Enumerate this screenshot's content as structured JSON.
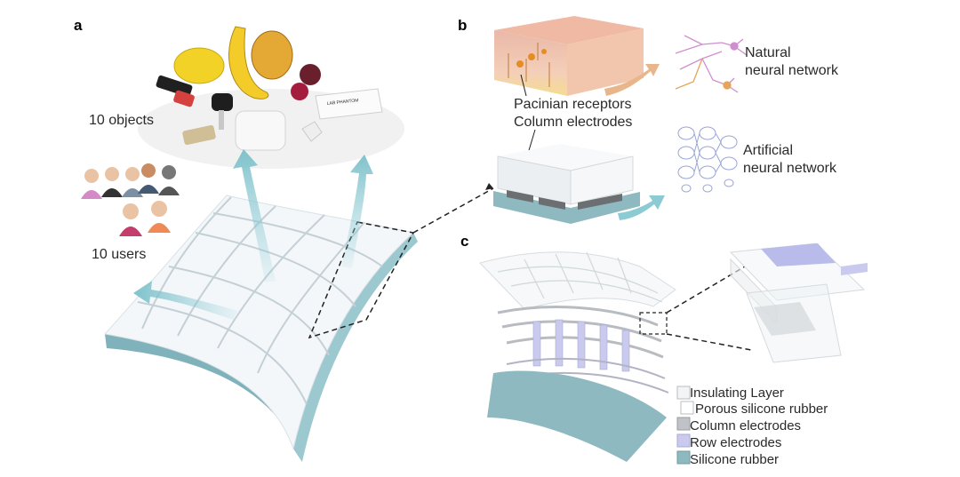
{
  "panels": {
    "a": {
      "letter": "a",
      "objects_label": "10 objects",
      "users_label": "10 users",
      "card_text": "LAB PHANTOM"
    },
    "b": {
      "letter": "b",
      "pacinian_label": "Pacinian receptors",
      "column_label": "Column electrodes",
      "natural_line1": "Natural",
      "natural_line2": "neural network",
      "artificial_line1": "Artificial",
      "artificial_line2": "neural network"
    },
    "c": {
      "letter": "c",
      "legend": [
        {
          "label": "Insulating Layer",
          "color": "#f2f4f6"
        },
        {
          "label": "Porous silicone rubber",
          "color": "#ffffff"
        },
        {
          "label": "Column electrodes",
          "color": "#bfc2c6"
        },
        {
          "label": "Row electrodes",
          "color": "#c9caee"
        },
        {
          "label": "Silicone rubber",
          "color": "#8fb9c0"
        }
      ]
    }
  },
  "colors": {
    "arrow_teal": "#8ccbd3",
    "sensor_tile": "#f3f7fa",
    "sensor_base": "#9cc8cf",
    "skin_pink": "#f2c9b4",
    "skin_fat": "#f5dc8f",
    "natural_net": "#cf8fcf",
    "artificial_net": "#9aa5d8"
  }
}
